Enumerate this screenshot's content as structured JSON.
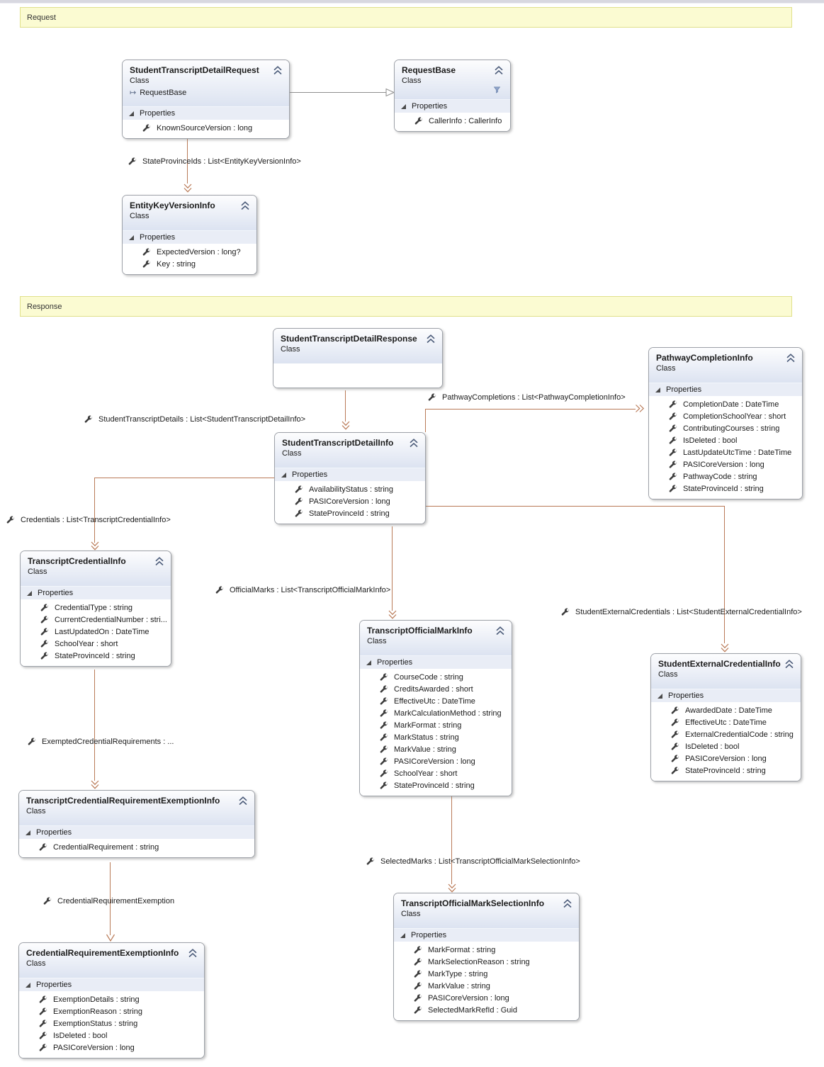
{
  "bands": {
    "request": "Request",
    "response": "Response"
  },
  "labels": {
    "class_kind": "Class",
    "properties": "Properties"
  },
  "classes": {
    "std_request": {
      "title": "StudentTranscriptDetailRequest",
      "base": "RequestBase",
      "members": [
        "KnownSourceVersion : long"
      ]
    },
    "request_base": {
      "title": "RequestBase",
      "members": [
        "CallerInfo : CallerInfo"
      ]
    },
    "entity_key_version_info": {
      "title": "EntityKeyVersionInfo",
      "members": [
        "ExpectedVersion : long?",
        "Key : string"
      ]
    },
    "std_response": {
      "title": "StudentTranscriptDetailResponse"
    },
    "pathway_completion_info": {
      "title": "PathwayCompletionInfo",
      "members": [
        "CompletionDate : DateTime",
        "CompletionSchoolYear : short",
        "ContributingCourses : string",
        "IsDeleted : bool",
        "LastUpdateUtcTime : DateTime",
        "PASICoreVersion : long",
        "PathwayCode : string",
        "StateProvinceId : string"
      ]
    },
    "std_detail_info": {
      "title": "StudentTranscriptDetailInfo",
      "members": [
        "AvailabilityStatus : string",
        "PASICoreVersion : long",
        "StateProvinceId : string"
      ]
    },
    "transcript_credential_info": {
      "title": "TranscriptCredentialInfo",
      "members": [
        "CredentialType : string",
        "CurrentCredentialNumber  :  stri...",
        "LastUpdatedOn : DateTime",
        "SchoolYear : short",
        "StateProvinceId : string"
      ]
    },
    "transcript_official_mark_info": {
      "title": "TranscriptOfficialMarkInfo",
      "members": [
        "CourseCode : string",
        "CreditsAwarded : short",
        "EffectiveUtc : DateTime",
        "MarkCalculationMethod : string",
        "MarkFormat : string",
        "MarkStatus : string",
        "MarkValue : string",
        "PASICoreVersion : long",
        "SchoolYear : short",
        "StateProvinceId : string"
      ]
    },
    "student_external_credential_info": {
      "title": "StudentExternalCredentialInfo",
      "members": [
        "AwardedDate : DateTime",
        "EffectiveUtc : DateTime",
        "ExternalCredentialCode : string",
        "IsDeleted : bool",
        "PASICoreVersion : long",
        "StateProvinceId : string"
      ]
    },
    "tcr_exemption_info": {
      "title": "TranscriptCredentialRequirementExemptionInfo",
      "members": [
        "CredentialRequirement : string"
      ]
    },
    "cred_req_exemption_info": {
      "title": "CredentialRequirementExemptionInfo",
      "members": [
        "ExemptionDetails : string",
        "ExemptionReason : string",
        "ExemptionStatus : string",
        "IsDeleted : bool",
        "PASICoreVersion : long"
      ]
    },
    "mark_selection_info": {
      "title": "TranscriptOfficialMarkSelectionInfo",
      "members": [
        "MarkFormat : string",
        "MarkSelectionReason : string",
        "MarkType : string",
        "MarkValue : string",
        "PASICoreVersion : long",
        "SelectedMarkRefId : Guid"
      ]
    }
  },
  "connectors": {
    "state_province_ids": "StateProvinceIds : List<EntityKeyVersionInfo>",
    "student_transcript_details": "StudentTranscriptDetails : List<StudentTranscriptDetailInfo>",
    "pathway_completions": "PathwayCompletions : List<PathwayCompletionInfo>",
    "credentials": "Credentials : List<TranscriptCredentialInfo>",
    "official_marks": "OfficialMarks : List<TranscriptOfficialMarkInfo>",
    "student_external_credentials": "StudentExternalCredentials : List<StudentExternalCredentialInfo>",
    "exempted_credential_requirements": "ExemptedCredentialRequirements  : ...",
    "credential_requirement_exemption": "CredentialRequirementExemption",
    "selected_marks": "SelectedMarks : List<TranscriptOfficialMarkSelectionInfo>"
  }
}
